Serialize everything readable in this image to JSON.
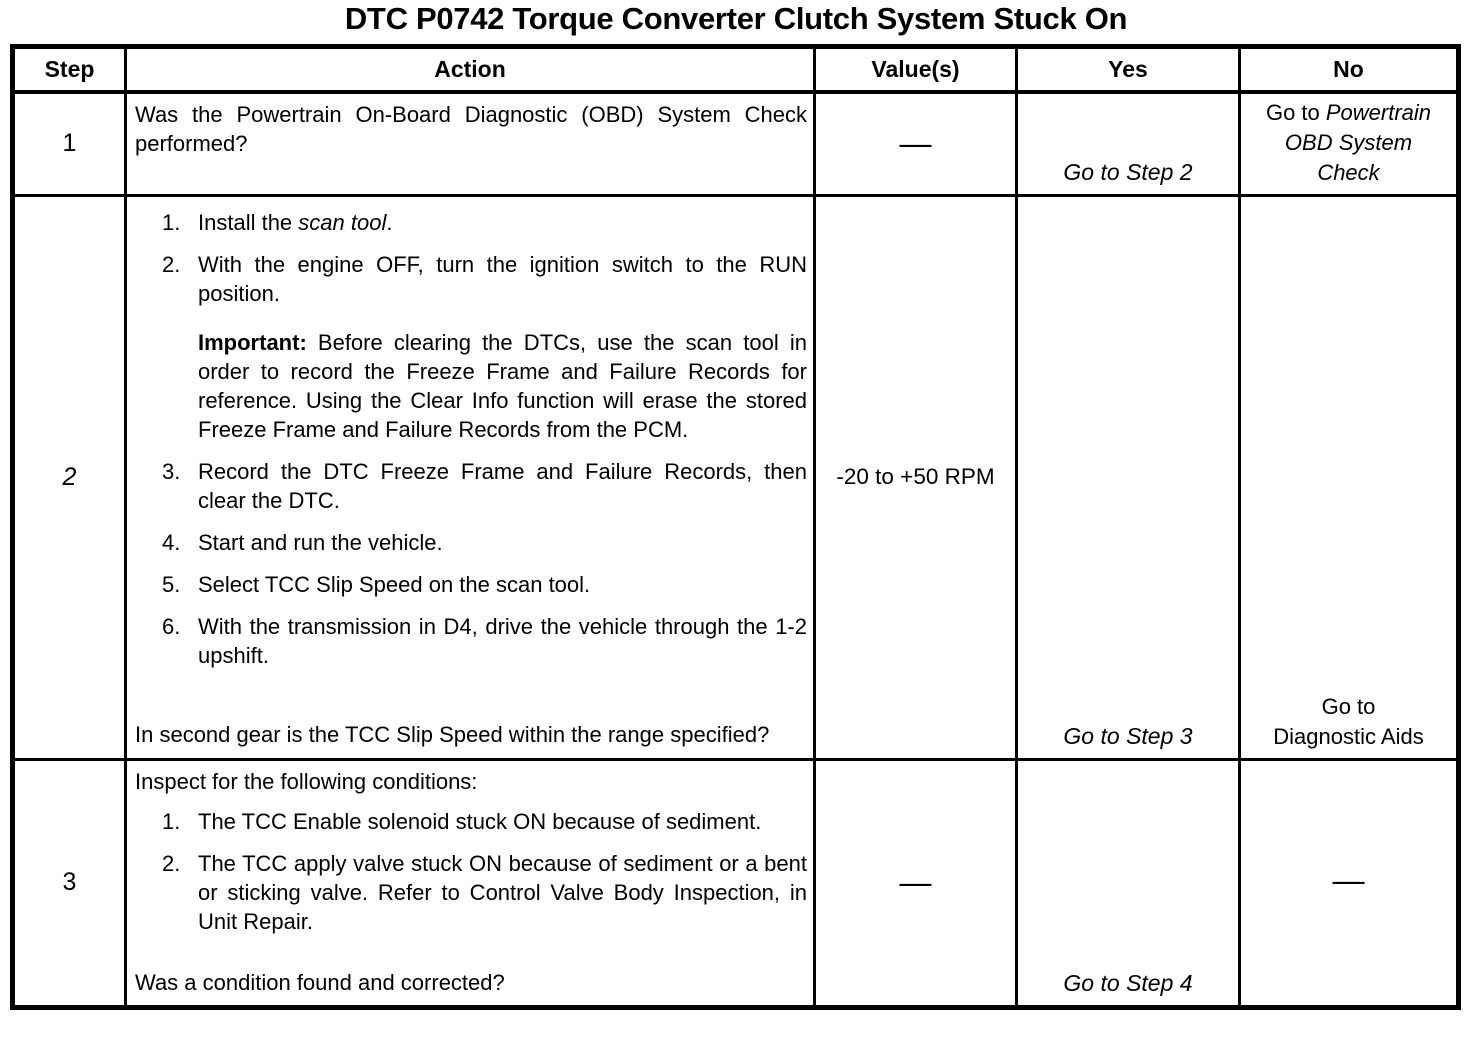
{
  "title": "DTC P0742 Torque Converter Clutch System Stuck On",
  "table": {
    "headers": {
      "step": "Step",
      "action": "Action",
      "values": "Value(s)",
      "yes": "Yes",
      "no": "No"
    },
    "rows": [
      {
        "step": "1",
        "question": "Was the Powertrain On-Board Diagnostic (OBD) System Check performed?",
        "value": "—",
        "yes": "Go to Step 2",
        "no": {
          "prefix": "Go to ",
          "italic_lines": [
            "Powertrain",
            "OBD System",
            "Check"
          ]
        }
      },
      {
        "step": "2",
        "list": [
          {
            "num": "1.",
            "prefix": "Install the ",
            "italic": "scan tool",
            "suffix": "."
          },
          {
            "num": "2.",
            "text": "With the engine OFF, turn the ignition switch to the RUN position."
          },
          {
            "num": "3.",
            "text": "Record the DTC Freeze Frame and Failure Records, then clear the DTC."
          },
          {
            "num": "4.",
            "text": "Start and run the vehicle."
          },
          {
            "num": "5.",
            "text": "Select TCC Slip Speed on the scan tool."
          },
          {
            "num": "6.",
            "text": "With the transmission in D4, drive the vehicle through the 1-2 upshift."
          }
        ],
        "important": {
          "label": "Important:",
          "text": " Before clearing the DTCs, use the scan tool in order to record the Freeze Frame and Failure Records for reference. Using the Clear Info function will erase the stored Freeze Frame and Failure Records from the PCM."
        },
        "question": "In second gear is the TCC Slip Speed within the range specified?",
        "value": "-20 to +50 RPM",
        "yes": "Go to Step 3",
        "no": {
          "lines": [
            "Go to",
            "Diagnostic Aids"
          ]
        }
      },
      {
        "step": "3",
        "intro": "Inspect for the following conditions:",
        "list": [
          {
            "num": "1.",
            "text": "The TCC Enable solenoid stuck ON because of sediment."
          },
          {
            "num": "2.",
            "text": "The TCC apply valve stuck ON because of sediment or a bent or sticking valve. Refer to Control Valve Body Inspection, in Unit Repair."
          }
        ],
        "question": "Was a condition found and corrected?",
        "value": "—",
        "yes": "Go to Step 4",
        "no": {
          "dash": "—"
        }
      }
    ]
  }
}
